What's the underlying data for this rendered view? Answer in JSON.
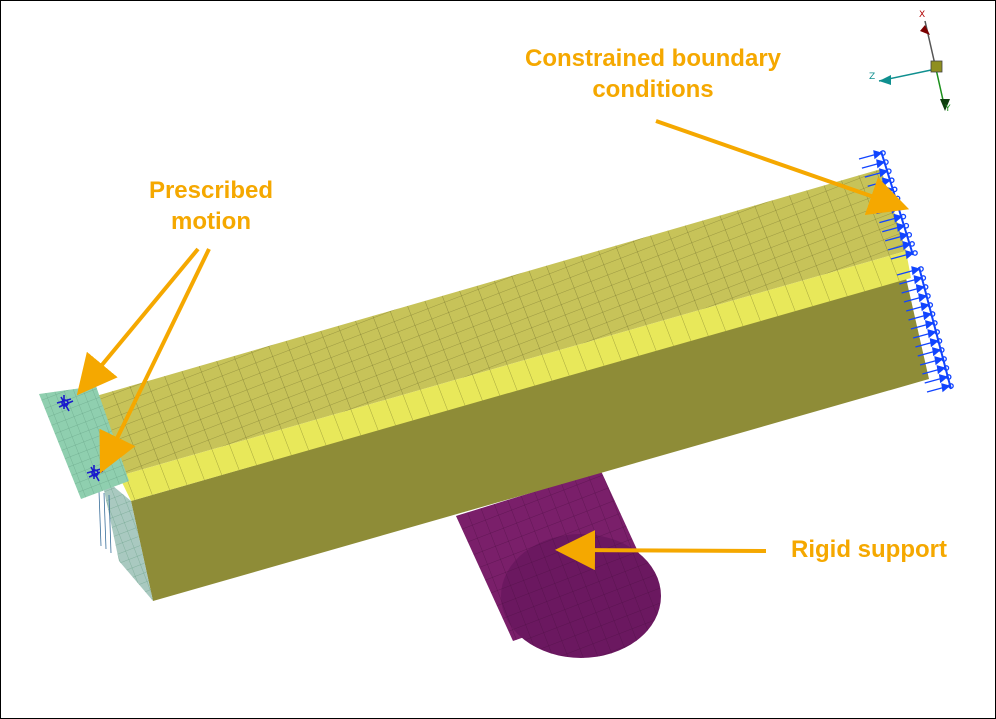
{
  "annotations": {
    "constrained": {
      "line1": "Constrained boundary",
      "line2": "conditions"
    },
    "prescribed": {
      "line1": "Prescribed",
      "line2": "motion"
    },
    "rigid": "Rigid support"
  },
  "triad": {
    "x": "X",
    "y": "Y",
    "z": "Z"
  },
  "colors": {
    "annotation": "#f5a800",
    "beam_top": "#c7c359",
    "beam_side": "#8e8c37",
    "beam_edge_strip": "#e8e85a",
    "cylinder": "#7a1f6a",
    "cylinder_end": "#6b1860",
    "plate": "#8fcfaf",
    "boundary": "#1144ff",
    "motion_marker": "#1a1acc"
  }
}
